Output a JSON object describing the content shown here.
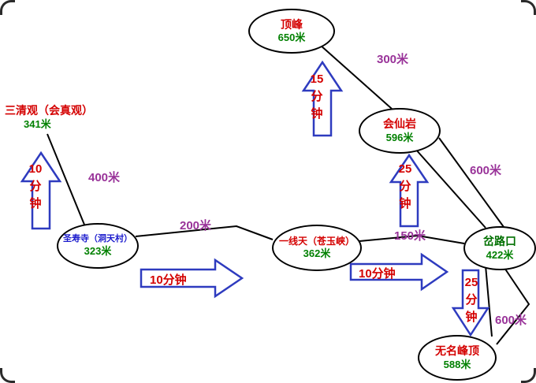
{
  "colors": {
    "name_red": "#d40000",
    "name_blue": "#1a1acd",
    "name_green": "#007000",
    "elev_green": "#008000",
    "distance_purple": "#993399",
    "time_red": "#d40000",
    "arrow_blue": "#2e3bbf",
    "line_black": "#000000"
  },
  "nodes": [
    {
      "name": "顶峰",
      "elev": "650米"
    },
    {
      "name": "会仙岩",
      "elev": "596米"
    },
    {
      "name": "三清观（会真观）",
      "elev": "341米"
    },
    {
      "name": "圣寿寺（洞天村）",
      "elev": "323米"
    },
    {
      "name": "一线天（苍玉峡）",
      "elev": "362米"
    },
    {
      "name": "岔路口",
      "elev": "422米"
    },
    {
      "name": "无名峰顶",
      "elev": "588米"
    }
  ],
  "edges": [
    {
      "from": "顶峰",
      "to": "会仙岩",
      "distance": "300米"
    },
    {
      "from": "三清观（会真观）",
      "to": "圣寿寺（洞天村）",
      "distance": "400米"
    },
    {
      "from": "圣寿寺（洞天村）",
      "to": "一线天（苍玉峡）",
      "distance": "200米"
    },
    {
      "from": "一线天（苍玉峡）",
      "to": "岔路口",
      "distance": "150米"
    },
    {
      "from": "会仙岩",
      "to": "岔路口",
      "distance": "600米"
    },
    {
      "from": "岔路口",
      "to": "无名峰顶",
      "distance": "600米"
    }
  ],
  "arrows": [
    {
      "direction": "up",
      "points_to": "三清观（会真观）",
      "time": "10分钟",
      "lines": [
        "10",
        "分",
        "钟"
      ]
    },
    {
      "direction": "up",
      "points_to": "顶峰",
      "time": "15分钟",
      "lines": [
        "15",
        "分",
        "钟"
      ]
    },
    {
      "direction": "up",
      "points_to": "会仙岩",
      "time": "25分钟",
      "lines": [
        "25",
        "分",
        "钟"
      ]
    },
    {
      "direction": "right",
      "points_to": "一线天（苍玉峡）",
      "time": "10分钟"
    },
    {
      "direction": "right",
      "points_to": "岔路口",
      "time": "10分钟"
    },
    {
      "direction": "down",
      "points_to": "无名峰顶",
      "time": "25分钟",
      "lines": [
        "25",
        "分",
        "钟"
      ]
    }
  ]
}
